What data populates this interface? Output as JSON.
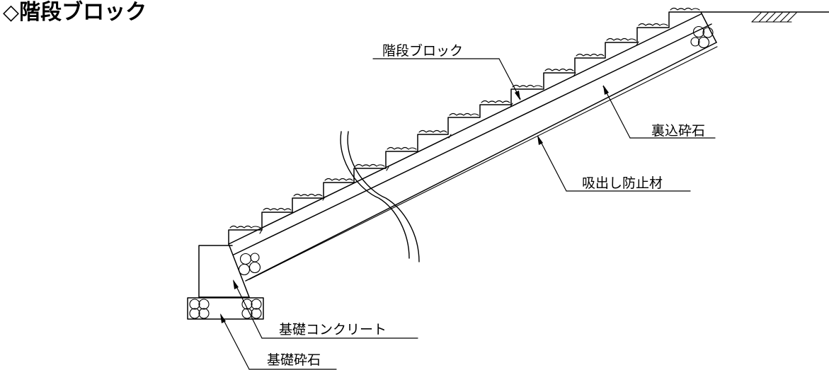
{
  "title": "◇階段ブロック",
  "labels": {
    "block": "階段ブロック",
    "backfill": "裏込砕石",
    "drain_stop": "吸出し防止材",
    "foundation_concrete": "基礎コンクリート",
    "foundation_gravel": "基礎砕石"
  }
}
